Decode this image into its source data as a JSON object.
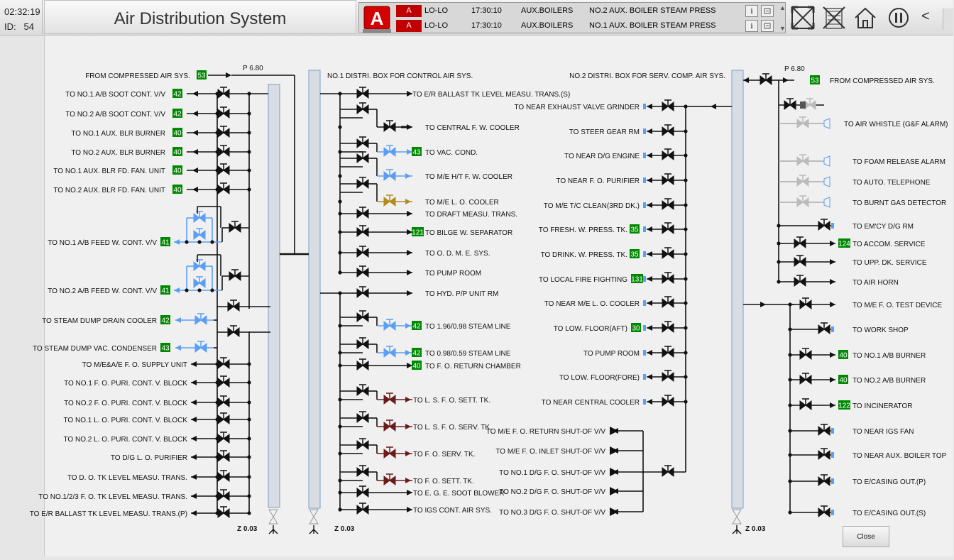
{
  "header": {
    "time": "02:32:19",
    "id_label": "ID:",
    "id_value": "54",
    "title": "Air Distribution System"
  },
  "alarms": [
    {
      "state": "A",
      "level": "LO-LO",
      "time": "17:30:10",
      "group": "AUX.BOILERS",
      "message": "NO.2 AUX. BOILER STEAM PRESS"
    },
    {
      "state": "A",
      "level": "LO-LO",
      "time": "17:30:10",
      "group": "AUX.BOILERS",
      "message": "NO.1 AUX. BOILER STEAM PRESS"
    }
  ],
  "alarm_icon_letter": "A",
  "info_label": "i",
  "toolbar": {
    "back_label": "<"
  },
  "close_label": "Close",
  "colors": {
    "badge": "#008800",
    "valve": "#111111",
    "blue": "#5b9ef5",
    "brown": "#6b1b1b",
    "amber": "#b58a1a"
  },
  "diagram": {
    "pressure_left": "P 6.80",
    "pressure_right": "P 6.80",
    "z_labels": [
      "Z 0.03",
      "Z 0.03",
      "Z 0.03"
    ],
    "box1_label": "NO.1 DISTRI. BOX FOR CONTROL AIR SYS.",
    "box2_label": "NO.2 DISTRI. BOX FOR SERV. COMP. AIR SYS.",
    "left_col": [
      {
        "label": "FROM COMPRESSED AIR SYS.",
        "badge": "53"
      },
      {
        "label": "TO NO.1 A/B SOOT CONT. V/V",
        "badge": "42"
      },
      {
        "label": "TO NO.2 A/B SOOT CONT. V/V",
        "badge": "42"
      },
      {
        "label": "TO NO.1 AUX. BLR BURNER",
        "badge": "40"
      },
      {
        "label": "TO NO.2 AUX. BLR BURNER",
        "badge": "40"
      },
      {
        "label": "TO NO.1 AUX. BLR FD. FAN. UNIT",
        "badge": "40"
      },
      {
        "label": "TO NO.2 AUX. BLR FD. FAN. UNIT",
        "badge": "40"
      },
      {
        "label": "TO NO.1 A/B FEED W. CONT. V/V",
        "badge": "41"
      },
      {
        "label": "TO NO.2 A/B FEED W. CONT. V/V",
        "badge": "41"
      },
      {
        "label": "TO STEAM DUMP DRAIN COOLER",
        "badge": "42"
      },
      {
        "label": "TO STEAM DUMP VAC. CONDENSER",
        "badge": "43"
      },
      {
        "label": "TO M/E&A/E F. O. SUPPLY UNIT",
        "badge": ""
      },
      {
        "label": "TO NO.1 F. O. PURI. CONT. V. BLOCK",
        "badge": ""
      },
      {
        "label": "TO NO.2 F. O. PURI. CONT. V. BLOCK",
        "badge": ""
      },
      {
        "label": "TO NO.1 L. O. PURI. CONT. V. BLOCK",
        "badge": ""
      },
      {
        "label": "TO NO.2 L. O. PURI. CONT. V. BLOCK",
        "badge": ""
      },
      {
        "label": "TO D/G L. O. PURIFIER",
        "badge": ""
      },
      {
        "label": "TO D. O. TK LEVEL MEASU. TRANS.",
        "badge": ""
      },
      {
        "label": "TO NO.1/2/3 F. O. TK LEVEL MEASU. TRANS.",
        "badge": ""
      },
      {
        "label": "TO E/R BALLAST TK LEVEL MEASU. TRANS.(P)",
        "badge": ""
      }
    ],
    "mid_col": [
      {
        "label": "TO E/R BALLAST TK LEVEL MEASU. TRANS.(S)",
        "badge": ""
      },
      {
        "label": "TO CENTRAL F. W. COOLER",
        "badge": ""
      },
      {
        "label": "TO VAC.  COND.",
        "badge": "43"
      },
      {
        "label": "TO M/E H/T F. W. COOLER",
        "badge": ""
      },
      {
        "label": "TO M/E L. O. COOLER",
        "badge": ""
      },
      {
        "label": "TO DRAFT MEASU. TRANS.",
        "badge": ""
      },
      {
        "label": "TO BILGE W. SEPARATOR",
        "badge": "121"
      },
      {
        "label": "TO O. D. M. E. SYS.",
        "badge": ""
      },
      {
        "label": "TO PUMP ROOM",
        "badge": ""
      },
      {
        "label": "TO HYD. P/P UNIT RM",
        "badge": ""
      },
      {
        "label": "TO 1.96/0.98 STEAM LINE",
        "badge": "42"
      },
      {
        "label": "TO 0.98/0.59 STEAM LINE",
        "badge": "42"
      },
      {
        "label": "TO F. O. RETURN CHAMBER",
        "badge": "40"
      },
      {
        "label": "TO L. S. F. O. SETT. TK.",
        "badge": ""
      },
      {
        "label": "TO L. S. F. O. SERV. TK.",
        "badge": ""
      },
      {
        "label": "TO F. O. SERV. TK.",
        "badge": ""
      },
      {
        "label": "TO F. O. SETT. TK.",
        "badge": ""
      },
      {
        "label": "TO E. G. E. SOOT BLOWER",
        "badge": ""
      },
      {
        "label": "TO IGS CONT. AIR SYS.",
        "badge": ""
      }
    ],
    "right_mid_col": [
      {
        "label": "TO NEAR EXHAUST VALVE GRINDER",
        "badge": ""
      },
      {
        "label": "TO STEER GEAR RM",
        "badge": ""
      },
      {
        "label": "TO NEAR D/G ENGINE",
        "badge": ""
      },
      {
        "label": "TO NEAR F. O. PURIFIER",
        "badge": ""
      },
      {
        "label": "TO M/E T/C CLEAN(3RD DK.)",
        "badge": ""
      },
      {
        "label": "TO FRESH. W. PRESS. TK.",
        "badge": "35"
      },
      {
        "label": "TO DRINK. W. PRESS. TK.",
        "badge": "35"
      },
      {
        "label": "TO LOCAL FIRE FIGHTING",
        "badge": "131"
      },
      {
        "label": "TO NEAR M/E L. O. COOLER",
        "badge": ""
      },
      {
        "label": "TO LOW. FLOOR(AFT)",
        "badge": "30"
      },
      {
        "label": "TO PUMP ROOM",
        "badge": ""
      },
      {
        "label": "TO LOW. FLOOR(FORE)",
        "badge": ""
      },
      {
        "label": "TO NEAR CENTRAL COOLER",
        "badge": ""
      },
      {
        "label": "TO M/E F. O. RETURN SHUT-OF V/V",
        "badge": ""
      },
      {
        "label": "TO M/E F. O. INLET SHUT-OF V/V",
        "badge": ""
      },
      {
        "label": "TO NO.1 D/G F. O. SHUT-OF V/V",
        "badge": ""
      },
      {
        "label": "TO NO.2 D/G F. O. SHUT-OF V/V",
        "badge": ""
      },
      {
        "label": "TO NO.3 D/G F. O. SHUT-OF V/V",
        "badge": ""
      }
    ],
    "right_col": [
      {
        "label": "FROM COMPRESSED AIR SYS.",
        "badge": "53"
      },
      {
        "label": "TO AIR WHISTLE (G&F ALARM)",
        "badge": ""
      },
      {
        "label": "TO FOAM RELEASE ALARM",
        "badge": ""
      },
      {
        "label": "TO AUTO. TELEPHONE",
        "badge": ""
      },
      {
        "label": "TO BURNT GAS DETECTOR",
        "badge": ""
      },
      {
        "label": "TO EM'CY D/G RM",
        "badge": ""
      },
      {
        "label": "TO ACCOM. SERVICE",
        "badge": "124"
      },
      {
        "label": "TO UPP. DK. SERVICE",
        "badge": ""
      },
      {
        "label": "TO AIR HORN",
        "badge": ""
      },
      {
        "label": "TO M/E F. O. TEST DEVICE",
        "badge": ""
      },
      {
        "label": "TO WORK SHOP",
        "badge": ""
      },
      {
        "label": "TO NO.1 A/B BURNER",
        "badge": "40"
      },
      {
        "label": "TO NO.2 A/B BURNER",
        "badge": "40"
      },
      {
        "label": "TO INCINERATOR",
        "badge": "122"
      },
      {
        "label": "TO NEAR IGS FAN",
        "badge": ""
      },
      {
        "label": "TO NEAR AUX. BOILER TOP",
        "badge": ""
      },
      {
        "label": "TO E/CASING OUT.(P)",
        "badge": ""
      },
      {
        "label": "TO E/CASING OUT.(S)",
        "badge": ""
      }
    ]
  }
}
